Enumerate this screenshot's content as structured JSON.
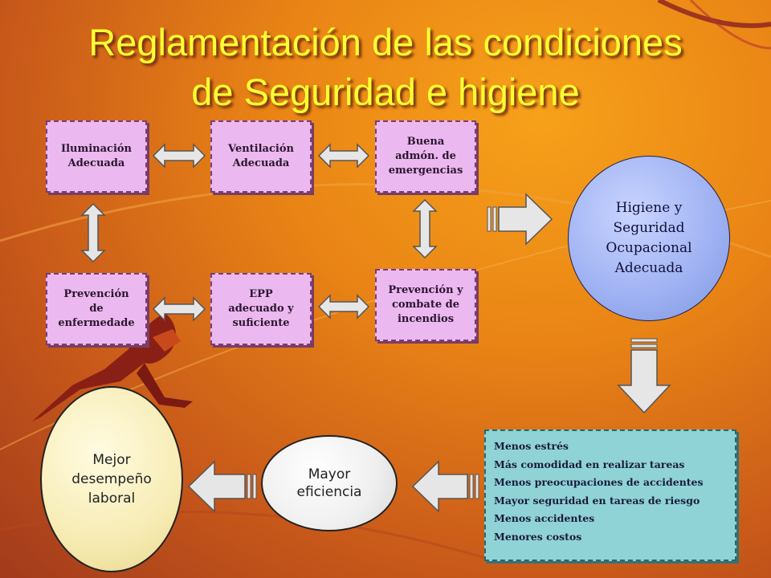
{
  "slide": {
    "title_line1": "Reglamentación de las condiciones",
    "title_line2": "de Seguridad e higiene"
  },
  "boxes": {
    "iluminacion": "Iluminación\nAdecuada",
    "ventilacion": "Ventilación\nAdecuada",
    "emergencias": "Buena\nadmón. de\nemergencias",
    "enfermedades": "Prevención\nde\nenfermedade",
    "epp": "EPP\nadecuado y\nsuficiente",
    "incendios": "Prevención y\ncombate de\nincendios"
  },
  "circles": {
    "higiene": "Higiene y\nSeguridad\nOcupacional\nAdecuada",
    "eficiencia": "Mayor\neficiencia",
    "desempeno": "Mejor\ndesempeño\nlaboral"
  },
  "benefits": [
    "Menos estrés",
    "Más comodidad en realizar tareas",
    "Menos preocupaciones de accidentes",
    "Mayor seguridad en tareas de riesgo",
    "Menos accidentes",
    "Menores costos"
  ],
  "colors": {
    "title": "#ffff33",
    "box_fill": "#ebb8ef",
    "benefits_fill": "#8fd3d6",
    "higiene_fill": "#9db0f2",
    "desempeno_fill": "#f7ecb5"
  }
}
